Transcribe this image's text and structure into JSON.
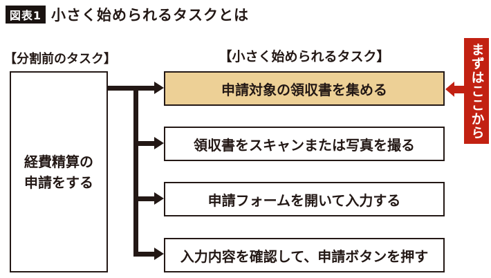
{
  "figure": {
    "badge": "図表1",
    "title": "小さく始められるタスクとは"
  },
  "before": {
    "header": "【分割前のタスク】",
    "task_line1": "経費精算の",
    "task_line2": "申請をする"
  },
  "after": {
    "header": "【小さく始められるタスク】",
    "tasks": [
      {
        "label": "申請対象の領収書を集める",
        "highlighted": true
      },
      {
        "label": "領収書をスキャンまたは写真を撮る",
        "highlighted": false
      },
      {
        "label": "申請フォームを開いて入力する",
        "highlighted": false
      },
      {
        "label": "入力内容を確認して、申請ボタンを押す",
        "highlighted": false
      }
    ]
  },
  "callout": {
    "label": "まずはここから"
  },
  "colors": {
    "ink": "#231815",
    "highlight_fill": "#edd096",
    "accent_red": "#c22112"
  }
}
